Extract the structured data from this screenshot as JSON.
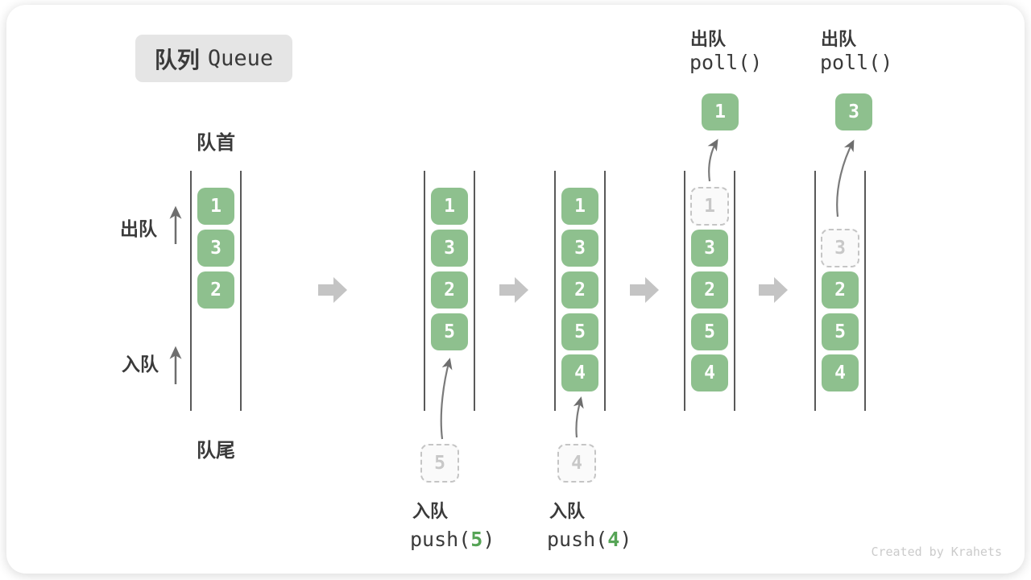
{
  "title_badge": {
    "zh": "队列",
    "en": "Queue"
  },
  "labels": {
    "front": "队首",
    "rear": "队尾",
    "dequeue_side": "出队",
    "enqueue_side": "入队"
  },
  "columns": [
    {
      "name": "state-initial",
      "boxes": [
        "1",
        "3",
        "2"
      ]
    },
    {
      "name": "state-after-push5",
      "boxes": [
        "1",
        "3",
        "2",
        "5"
      ],
      "pending_value": "5",
      "op": {
        "zh": "入队",
        "fn": "push(",
        "arg": "5",
        "close": ")"
      }
    },
    {
      "name": "state-after-push4",
      "boxes": [
        "1",
        "3",
        "2",
        "5",
        "4"
      ],
      "pending_value": "4",
      "op": {
        "zh": "入队",
        "fn": "push(",
        "arg": "4",
        "close": ")"
      }
    },
    {
      "name": "state-after-poll-1",
      "boxes": [
        "3",
        "2",
        "5",
        "4"
      ],
      "ghost_value": "1",
      "popped_value": "1",
      "op": {
        "zh": "出队",
        "fn": "poll()"
      }
    },
    {
      "name": "state-after-poll-3",
      "boxes": [
        "2",
        "5",
        "4"
      ],
      "ghost_value": "3",
      "popped_value": "3",
      "op": {
        "zh": "出队",
        "fn": "poll()"
      }
    }
  ],
  "watermark": "Created by Krahets",
  "colors": {
    "cell_green": "#8EC08E",
    "accent_green": "#56A456",
    "text_dark": "#3A3A3A",
    "arrow_gray": "#6E6E6E",
    "block_arrow_gray": "#C4C4C4",
    "ghost_border": "#C5C5C5",
    "ghost_text": "#C8C8C8",
    "badge_bg": "#E5E5E5",
    "wall_gray": "#595959",
    "watermark_gray": "#CBCBCB"
  }
}
